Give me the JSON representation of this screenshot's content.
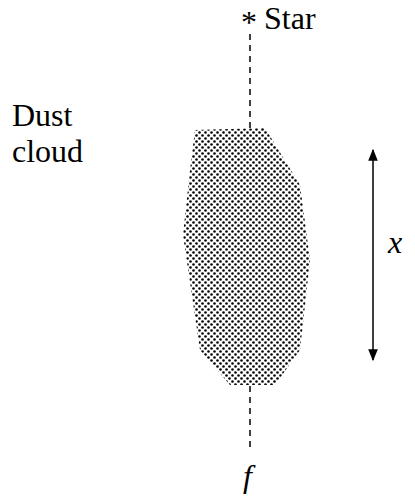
{
  "diagram": {
    "nodes": [
      {
        "text": [
          "Dust cloud"
        ]
      }
    ],
    "labels": [
      "*",
      "Star",
      "x",
      "f"
    ]
  }
}
